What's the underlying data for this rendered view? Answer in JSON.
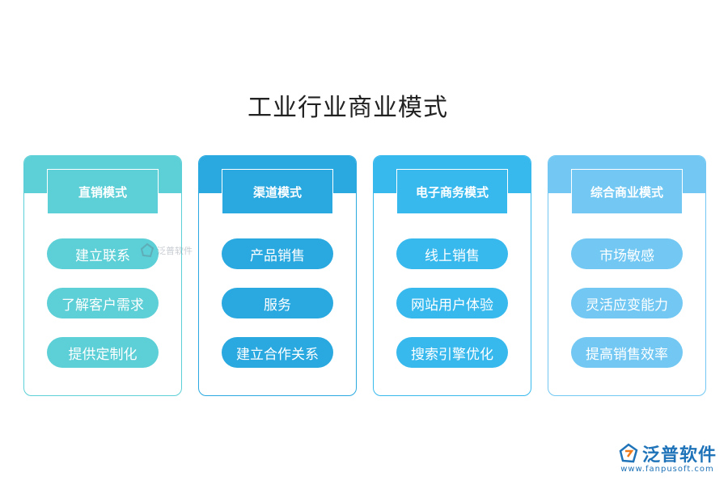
{
  "title": "工业行业商业模式",
  "cards": [
    {
      "heading": "直销模式",
      "items": [
        "建立联系",
        "了解客户需求",
        "提供定制化"
      ],
      "color": "#5dcfd6"
    },
    {
      "heading": "渠道模式",
      "items": [
        "产品销售",
        "服务",
        "建立合作关系"
      ],
      "color": "#2aa9e0"
    },
    {
      "heading": "电子商务模式",
      "items": [
        "线上销售",
        "网站用户体验",
        "搜索引擎优化"
      ],
      "color": "#38b9ee"
    },
    {
      "heading": "综合商业模式",
      "items": [
        "市场敏感",
        "灵活应变能力",
        "提高销售效率"
      ],
      "color": "#72c8f3"
    }
  ],
  "watermark": "泛普软件",
  "logo": {
    "name": "泛普软件",
    "url": "www.fanpusoft.com",
    "color": "#1f73b8"
  }
}
